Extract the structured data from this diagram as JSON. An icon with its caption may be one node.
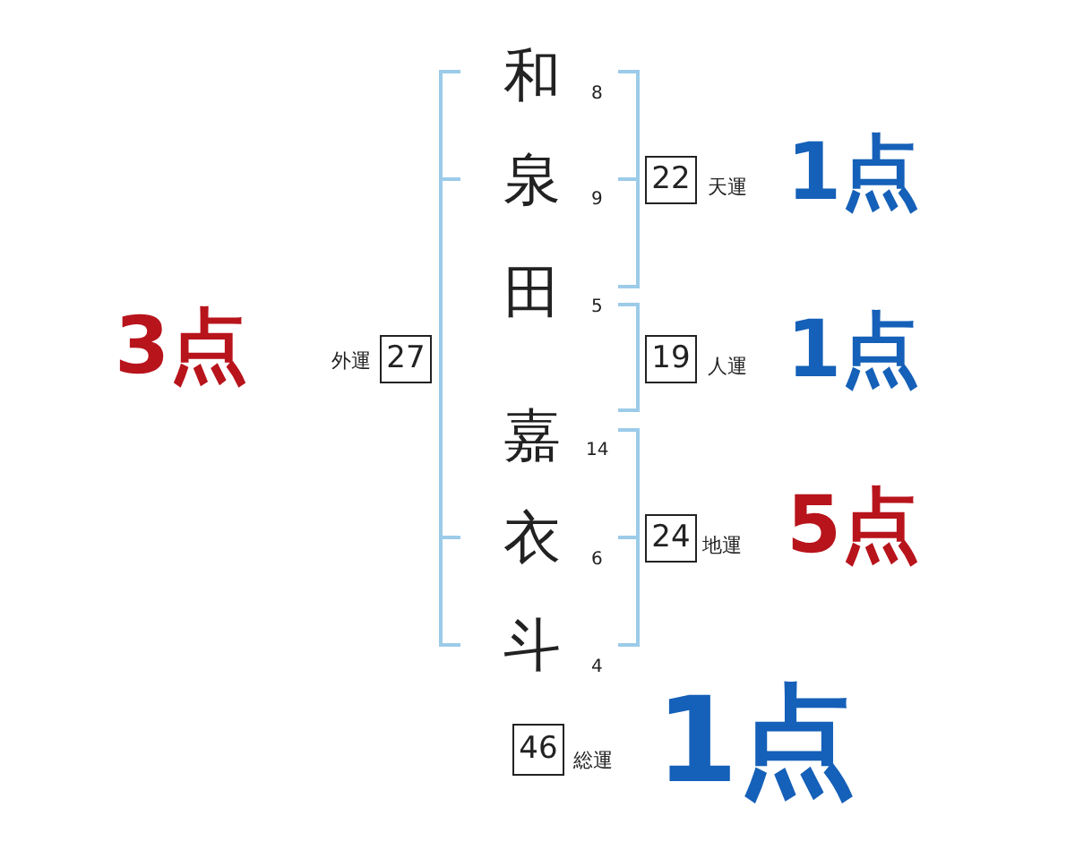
{
  "diagram": {
    "nodes": [
      {
        "text": [
          "27"
        ],
        "beside": [
          "外運",
          "3点"
        ]
      },
      {
        "text": [
          "22"
        ],
        "beside": [
          "天運",
          "1点"
        ]
      },
      {
        "text": [
          "19"
        ],
        "beside": [
          "人運",
          "1点"
        ]
      },
      {
        "text": [
          "24"
        ],
        "beside": [
          "地運",
          "5点"
        ]
      },
      {
        "text": [
          "46"
        ],
        "beside": [
          "総運",
          "1点"
        ]
      }
    ],
    "labels": [
      "和",
      "8",
      "泉",
      "9",
      "田",
      "5",
      "嘉",
      "14",
      "衣",
      "6",
      "斗",
      "4"
    ]
  }
}
